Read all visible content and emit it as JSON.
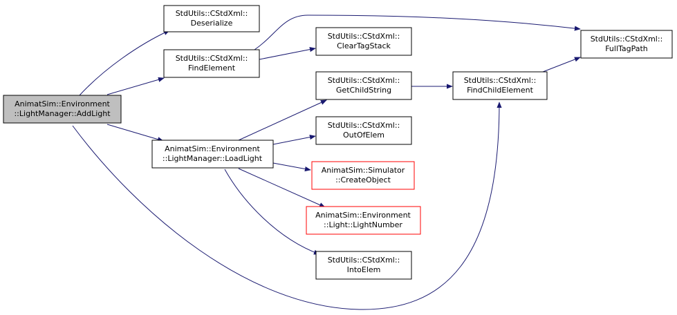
{
  "colors": {
    "edge": "#191970",
    "node_border": "#000000",
    "node_border_missing": "#ff0000",
    "root_fill": "#bfbfbf",
    "node_fill": "#ffffff"
  },
  "nodes": {
    "add_light": [
      "AnimatSim::Environment",
      "::LightManager::AddLight"
    ],
    "deserialize": [
      "StdUtils::CStdXml::",
      "Deserialize"
    ],
    "find_element": [
      "StdUtils::CStdXml::",
      "FindElement"
    ],
    "load_light": [
      "AnimatSim::Environment",
      "::LightManager::LoadLight"
    ],
    "clear_tag_stack": [
      "StdUtils::CStdXml::",
      "ClearTagStack"
    ],
    "get_child_string": [
      "StdUtils::CStdXml::",
      "GetChildString"
    ],
    "out_of_elem": [
      "StdUtils::CStdXml::",
      "OutOfElem"
    ],
    "create_object": [
      "AnimatSim::Simulator",
      "::CreateObject"
    ],
    "light_number": [
      "AnimatSim::Environment",
      "::Light::LightNumber"
    ],
    "into_elem": [
      "StdUtils::CStdXml::",
      "IntoElem"
    ],
    "find_child_element": [
      "StdUtils::CStdXml::",
      "FindChildElement"
    ],
    "full_tag_path": [
      "StdUtils::CStdXml::",
      "FullTagPath"
    ]
  }
}
